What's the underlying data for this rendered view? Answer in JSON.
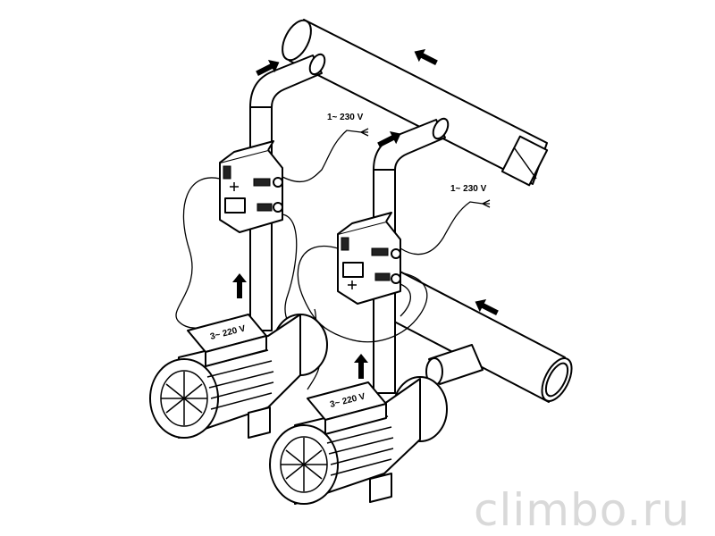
{
  "labels": {
    "power_left": "1~ 230 V",
    "power_right": "1~ 230 V",
    "pump_left_plate": "3~ 220 V",
    "pump_right_plate": "3~ 220 V"
  },
  "watermark": "climbo.ru",
  "colors": {
    "line": "#000000",
    "background": "#ffffff",
    "watermark": "#d9d9d9"
  },
  "icons": [
    "flow-arrow-icon",
    "fan-grille-icon",
    "pressure-controller-icon"
  ]
}
